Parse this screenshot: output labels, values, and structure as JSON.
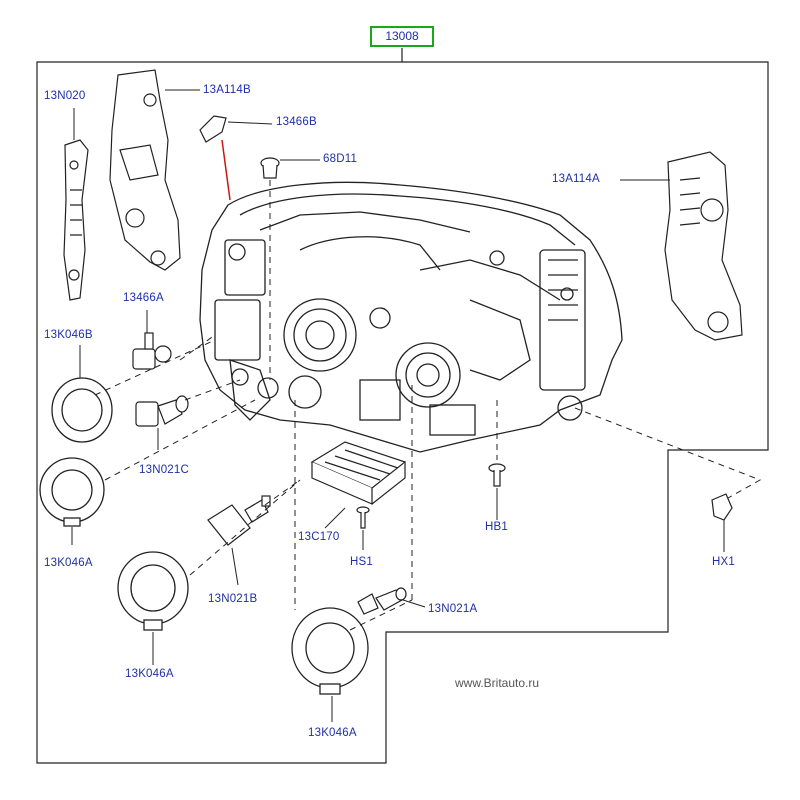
{
  "reference_box": "13008",
  "watermark": "www.Britauto.ru",
  "part_labels": {
    "n020": "13N020",
    "a114b": "13A114B",
    "p466b": "13466B",
    "d11": "68D11",
    "a114a": "13A114A",
    "p466a": "13466A",
    "k046b": "13K046B",
    "n021c": "13N021C",
    "k046a_1": "13K046A",
    "k046a_2": "13K046A",
    "k046a_3": "13K046A",
    "n021b": "13N021B",
    "c170": "13C170",
    "hs1": "HS1",
    "hb1": "HB1",
    "hx1": "HX1",
    "n021a": "13N021A"
  },
  "colors": {
    "label_text": "#1f2fa8",
    "reference_box_border": "#18a818",
    "line_art": "#222222",
    "leader_red": "#d01515"
  }
}
